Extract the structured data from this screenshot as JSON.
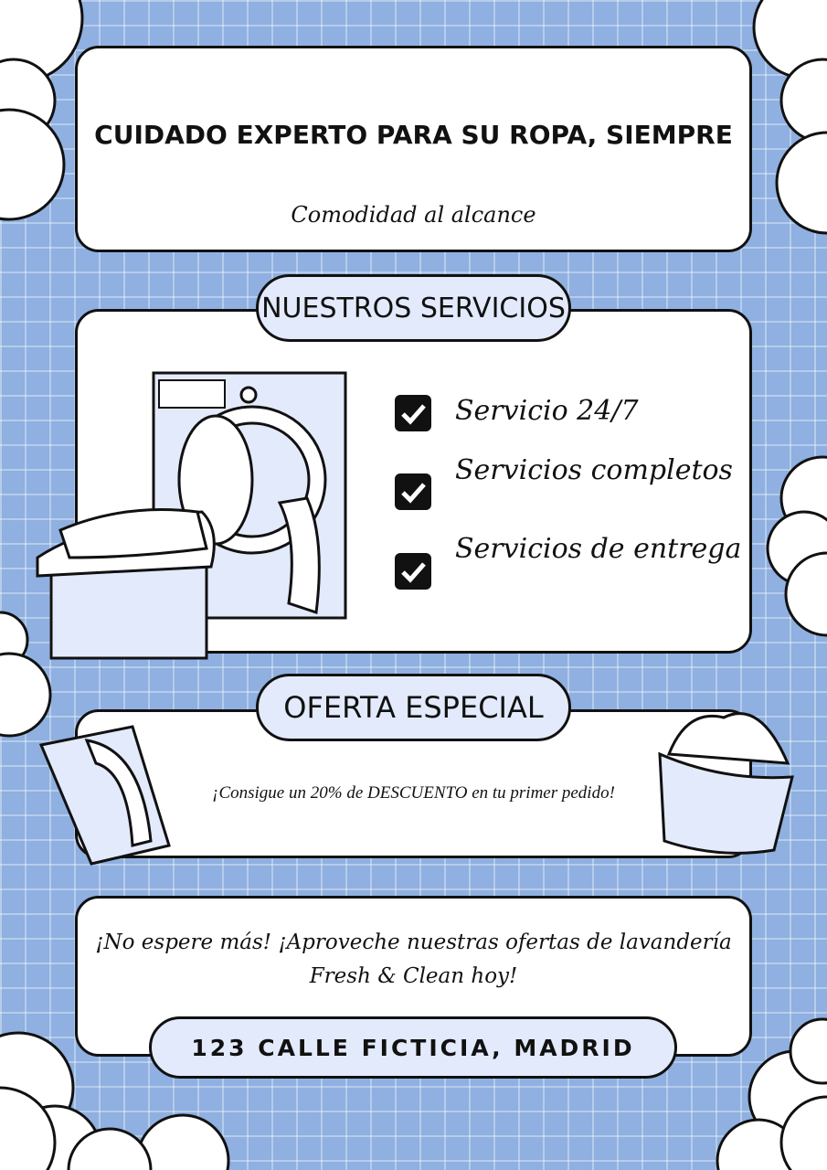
{
  "header": {
    "title": "CUIDADO EXPERTO PARA SU ROPA, SIEMPRE",
    "subtitle": "Comodidad al alcance"
  },
  "services": {
    "heading": "NUESTROS SERVICIOS",
    "items": [
      {
        "label": "Servicio 24/7",
        "icon": "checkbox-checked-icon"
      },
      {
        "label": "Servicios completos",
        "icon": "checkbox-checked-icon"
      },
      {
        "label": "Servicios de entrega",
        "icon": "checkbox-checked-icon"
      }
    ]
  },
  "offer": {
    "heading": "OFERTA ESPECIAL",
    "text": "¡Consigue un 20% de DESCUENTO en tu primer pedido!"
  },
  "cta": {
    "line1": "¡No espere más! ¡Aproveche nuestras ofertas de lavandería",
    "line2": "Fresh & Clean hoy!",
    "address": "123 CALLE FICTICIA, MADRID"
  },
  "colors": {
    "background": "#8fb0e0",
    "pill": "#e3eafb",
    "card": "#ffffff",
    "outline": "#111111"
  }
}
